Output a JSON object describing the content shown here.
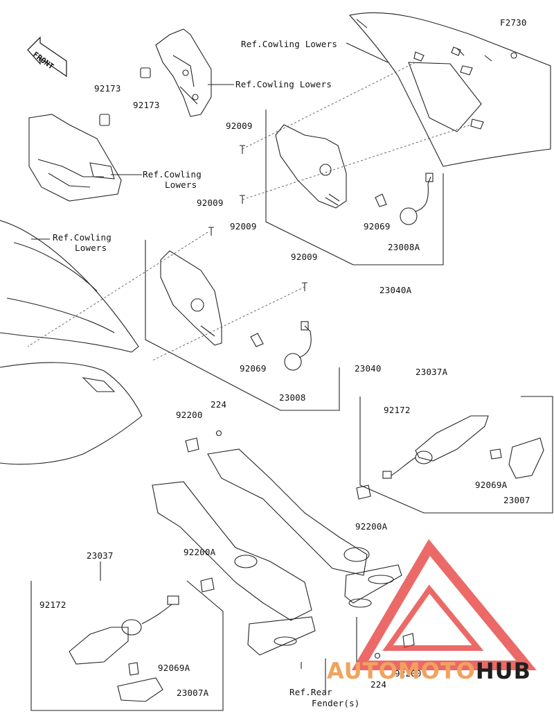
{
  "diagram": {
    "id": "F2730",
    "direction_badge": "FRONT",
    "labels": {
      "p92173_a": "92173",
      "p92173_b": "92173",
      "p92009_a": "92009",
      "p92009_b": "92009",
      "p92009_c": "92009",
      "p92009_d": "92009",
      "p92069_a": "92069",
      "p92069_b": "92069",
      "p92069A_a": "92069A",
      "p92069A_b": "92069A",
      "p23008A": "23008A",
      "p23008": "23008",
      "p23040A": "23040A",
      "p23040": "23040",
      "p23037A": "23037A",
      "p23037": "23037",
      "p92172_a": "92172",
      "p92172_b": "92172",
      "p23007": "23007",
      "p23007A": "23007A",
      "p92200_a": "92200",
      "p92200_b": "92200",
      "p92200A_a": "92200A",
      "p92200A_b": "92200A",
      "p224_a": "224",
      "p224_b": "224",
      "ref_cowling_1": "Ref.Cowling Lowers",
      "ref_cowling_2": "Ref.Cowling Lowers",
      "ref_cowling_3a": "Ref.Cowling",
      "ref_cowling_3b": "Lowers",
      "ref_cowling_4a": "Ref.Cowling",
      "ref_cowling_4b": "Lowers",
      "ref_rear_a": "Ref.Rear",
      "ref_rear_b": "Fender(s)"
    }
  },
  "watermark": {
    "part1": "AUTOMOTO",
    "part2": "HUB",
    "color_main": "#f0a35e",
    "color_dark": "#1f1f1f",
    "logo_color": "#e53935"
  }
}
